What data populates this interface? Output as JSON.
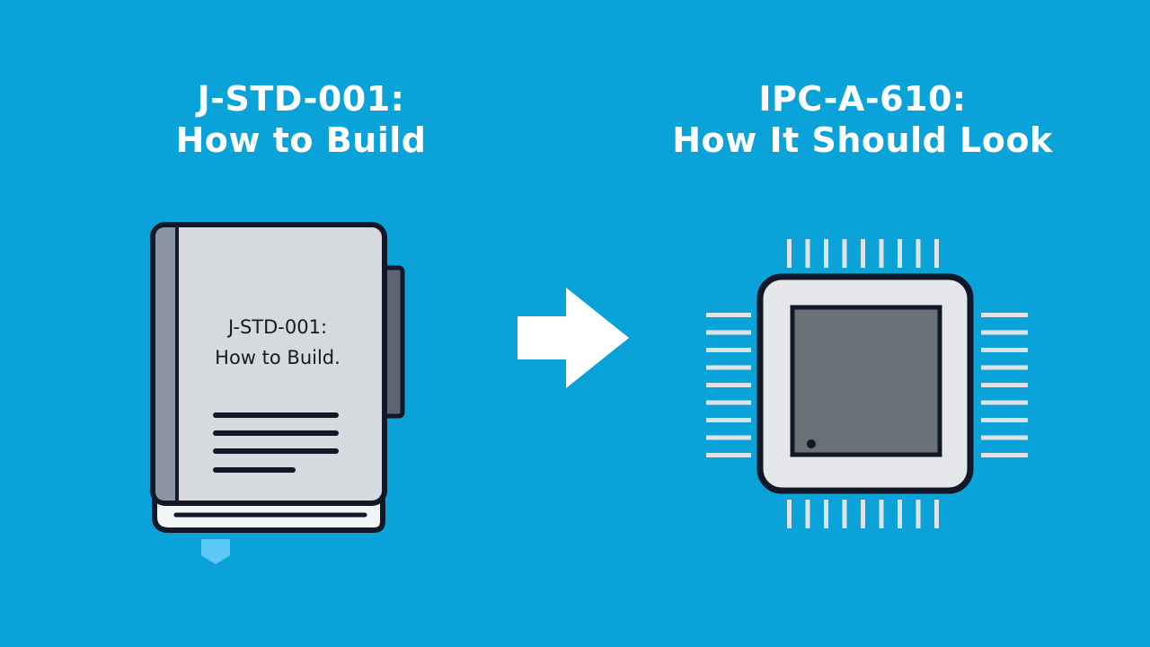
{
  "left_heading": {
    "line1": "J-STD-001:",
    "line2": "How to Build"
  },
  "right_heading": {
    "line1": "IPC-A-610:",
    "line2": "How It Should Look"
  },
  "book": {
    "icon": "book-icon",
    "cover_line1": "J-STD-001:",
    "cover_line2": "How to Build."
  },
  "arrow": {
    "icon": "right-arrow-icon"
  },
  "chip": {
    "icon": "microchip-icon"
  },
  "colors": {
    "background": "#0aa3d9",
    "heading": "#ffffff",
    "book_cover": "#d6dadf",
    "chip_body": "#e5e7ea",
    "chip_die": "#6a7078",
    "outline": "#111827"
  }
}
